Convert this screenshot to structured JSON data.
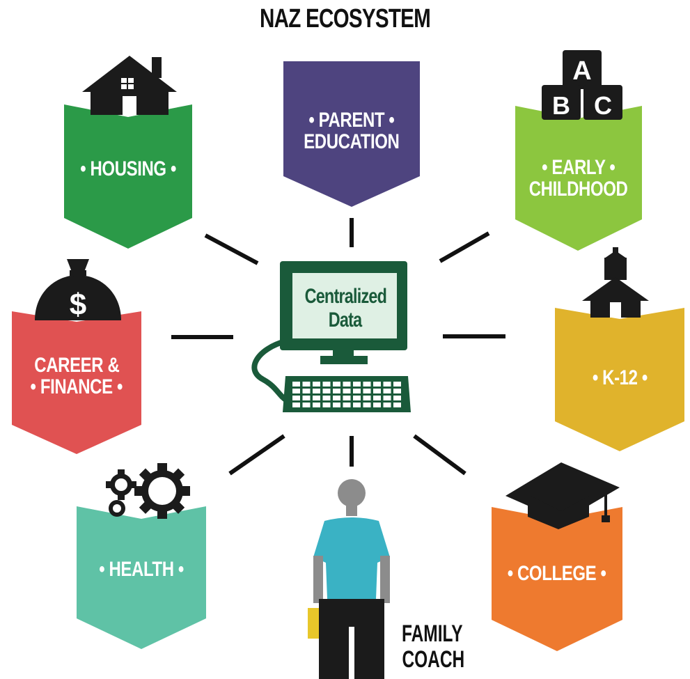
{
  "title": "NAZ ECOSYSTEM",
  "center": {
    "line1": "Centralized",
    "line2": "Data"
  },
  "banners": {
    "parent_education": {
      "line1": "• PARENT •",
      "line2": "EDUCATION",
      "color": "#4e447f"
    },
    "housing": {
      "line1": "• HOUSING •",
      "color": "#2b9a48"
    },
    "early_childhood": {
      "line1": "• EARLY •",
      "line2": "CHILDHOOD",
      "color": "#8cc63f"
    },
    "career_finance": {
      "line1": "CAREER &",
      "line2": "• FINANCE •",
      "color": "#e05252"
    },
    "k12": {
      "line1": "• K-12 •",
      "color": "#e0b32c"
    },
    "health": {
      "line1": "• HEALTH •",
      "color": "#5fc2a6"
    },
    "college": {
      "line1": "• COLLEGE •",
      "color": "#ee7a2f"
    }
  },
  "family_coach": {
    "line1": "FAMILY",
    "line2": "COACH"
  },
  "icons": [
    "house-icon",
    "abc-blocks-icon",
    "money-bag-icon",
    "schoolhouse-icon",
    "gears-icon",
    "graduation-cap-icon",
    "computer-icon",
    "person-icon"
  ],
  "colors": {
    "computer": "#1a5a3a",
    "screen": "#dff0e4",
    "shirt": "#3ab2c4",
    "folder": "#e8c72a"
  }
}
